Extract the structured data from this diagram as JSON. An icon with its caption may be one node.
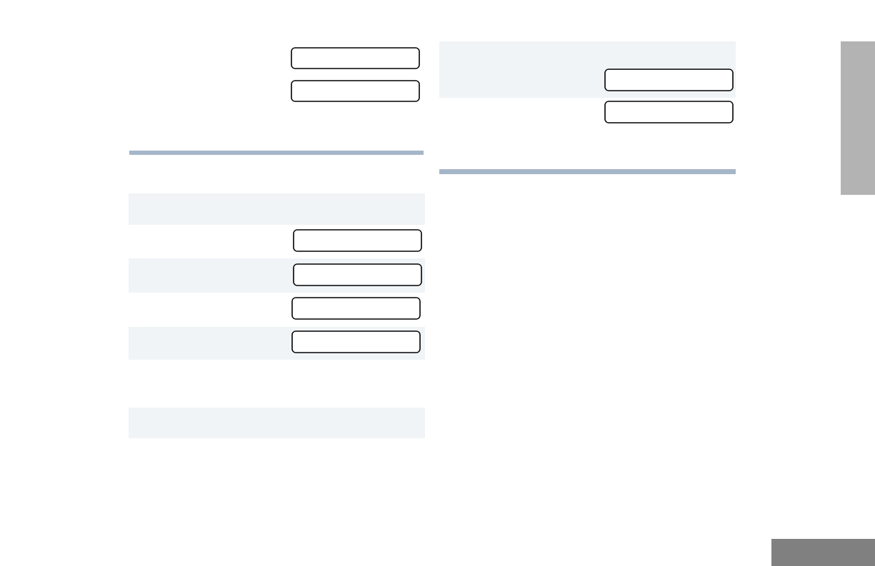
{
  "diagram": {
    "nodes": [
      {
        "text": [],
        "shape": "box"
      },
      {
        "text": [],
        "shape": "box"
      },
      {
        "text": [],
        "shape": "box"
      },
      {
        "text": [],
        "shape": "box"
      },
      {
        "text": [],
        "shape": "box"
      },
      {
        "text": [],
        "shape": "box"
      },
      {
        "text": [],
        "shape": "box"
      },
      {
        "text": [],
        "shape": "box"
      },
      {
        "text": [],
        "shape": "bar"
      },
      {
        "text": [],
        "shape": "bar"
      }
    ]
  }
}
